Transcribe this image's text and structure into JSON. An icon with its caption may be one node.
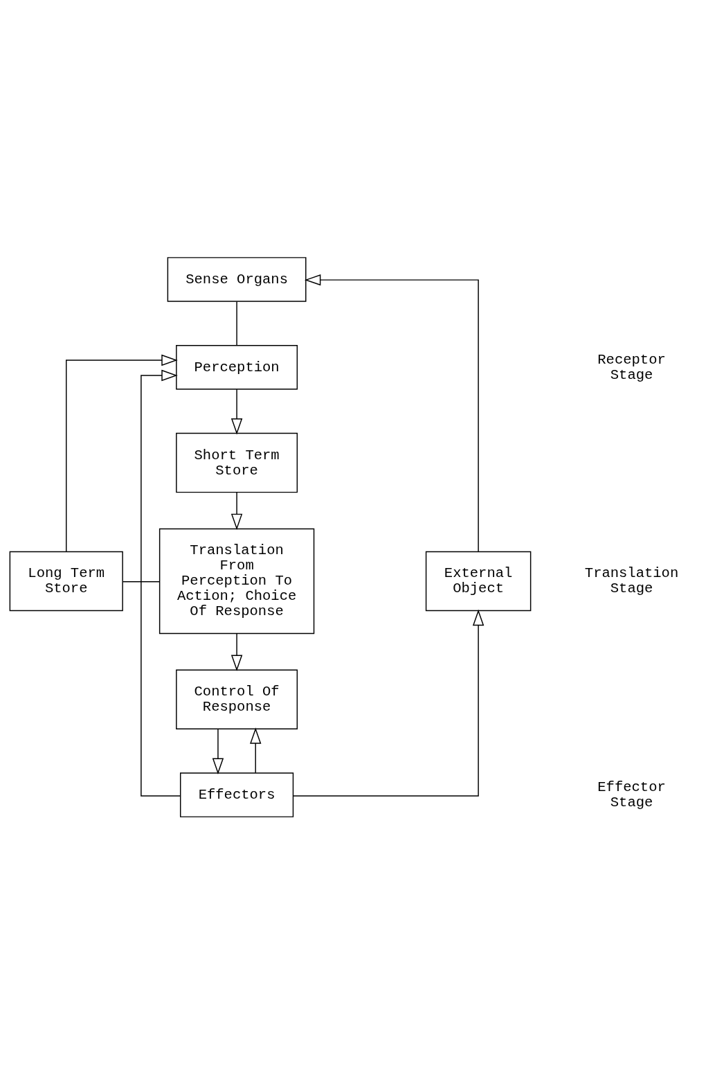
{
  "diagram": {
    "nodes": [
      {
        "text": [
          "Sense Organs"
        ]
      },
      {
        "text": [
          "Perception"
        ]
      },
      {
        "text": [
          "Short Term Store"
        ]
      },
      {
        "text": [
          "Long Term Store"
        ]
      },
      {
        "text": [
          "Translation From Perception To Action; Choice Of Response"
        ]
      },
      {
        "text": [
          "External Object"
        ]
      },
      {
        "text": [
          "Control Of Response"
        ]
      },
      {
        "text": [
          "Effectors"
        ]
      }
    ],
    "edges": [
      {
        "from": 0,
        "to": 1,
        "arrow": "none"
      },
      {
        "from": 1,
        "to": 2,
        "arrow": "to"
      },
      {
        "from": 2,
        "to": 4,
        "arrow": "to"
      },
      {
        "from": 3,
        "to": 1,
        "arrow": "to"
      },
      {
        "from": 3,
        "to": 4,
        "arrow": "none"
      },
      {
        "from": 4,
        "to": 6,
        "arrow": "to"
      },
      {
        "from": 6,
        "to": 7,
        "arrow": "to"
      },
      {
        "from": 7,
        "to": 6,
        "arrow": "to"
      },
      {
        "from": 7,
        "to": 1,
        "arrow": "to"
      },
      {
        "from": 7,
        "to": 5,
        "arrow": "to"
      },
      {
        "from": 5,
        "to": 0,
        "arrow": "to"
      }
    ],
    "labels": [
      "Receptor Stage",
      "Translation Stage",
      "Effector Stage"
    ]
  }
}
